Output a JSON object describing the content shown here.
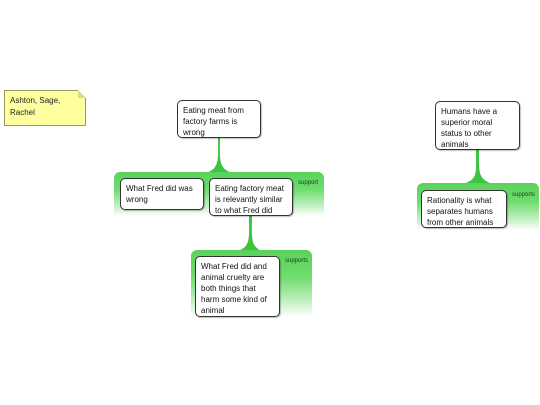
{
  "note": {
    "text": "Ashton, Sage, Rachel"
  },
  "nodes": {
    "claim_left": "Eating meat from factory farms is wrong",
    "fred_wrong": "What Fred did was wrong",
    "relevantly_similar": "Eating factory meat is relevantly similar to what Fred did",
    "harm_animal": "What Fred did and animal cruelty are both things that harm some kind of animal",
    "claim_right": "Humans have a superior moral status to other animals",
    "rationality": "Rationality is what separates humans from other animals"
  },
  "bands": {
    "left_top": "support",
    "left_sub": "supports",
    "right": "supports"
  },
  "colors": {
    "link": "#3ec43e",
    "note_bg": "#ffffa0"
  }
}
